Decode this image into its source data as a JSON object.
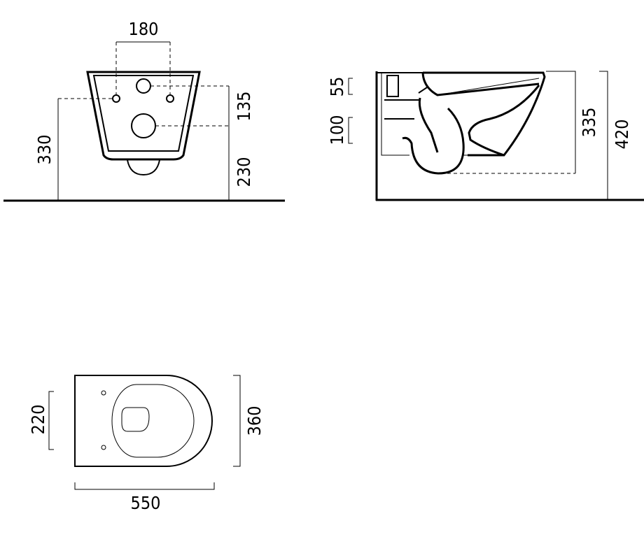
{
  "front_view": {
    "width_between_holes": "180",
    "height_total": "330",
    "height_upper": "135",
    "height_lower": "230"
  },
  "side_view": {
    "inlet_55": "55",
    "inlet_100": "100",
    "height_335": "335",
    "height_420": "420"
  },
  "top_view": {
    "length": "550",
    "width": "360",
    "hole_spacing": "220"
  }
}
